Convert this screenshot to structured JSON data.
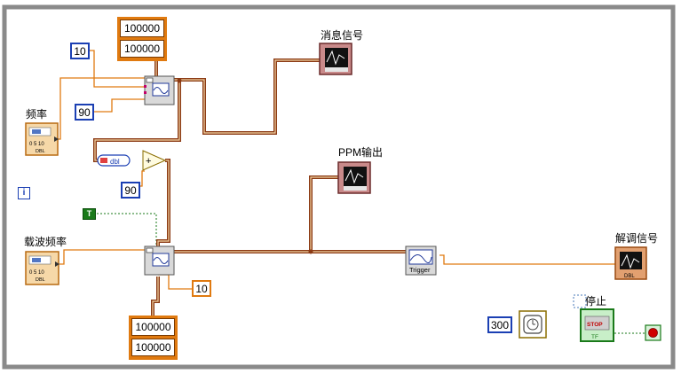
{
  "labels": {
    "message_signal": "消息信号",
    "ppm_output": "PPM输出",
    "demod_signal": "解调信号",
    "frequency": "频率",
    "carrier_frequency": "载波频率",
    "stop": "停止"
  },
  "constants": {
    "top_count": "10",
    "top_phase": "90",
    "add_offset": "90",
    "bottom_count": "10",
    "wait_ms": "300",
    "bool_true": "T",
    "info": "i"
  },
  "stacks": {
    "top": [
      "100000",
      "100000"
    ],
    "bottom": [
      "100000",
      "100000"
    ]
  },
  "node_text": {
    "dbl": "DBL",
    "tf": "TF",
    "stop_btn": "STOP",
    "trigger": "Trigger",
    "coerce": "dbl"
  },
  "colors": {
    "frame_border": "#8a8a8a",
    "numeric_wire": "#e07a10",
    "waveform_wire": "#8b3a14",
    "bool_wire": "#1a7a1a",
    "blue_const": "#1b3fb3"
  }
}
